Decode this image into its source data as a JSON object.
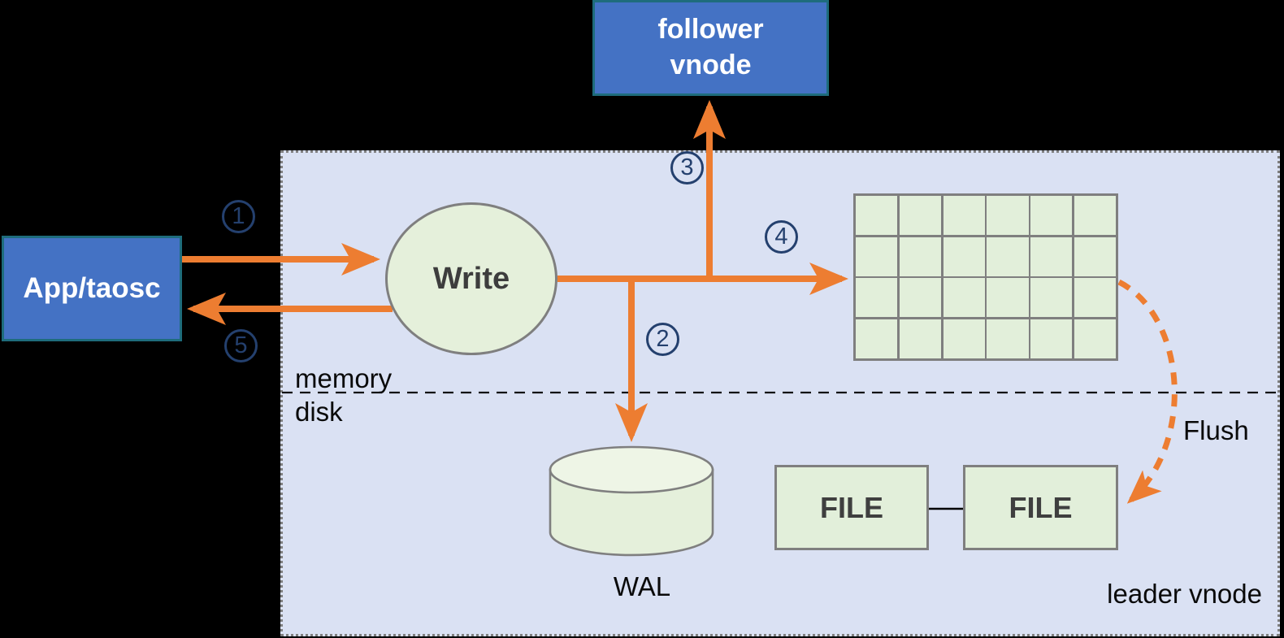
{
  "nodes": {
    "follower_vnode": {
      "line1": "follower",
      "line2": "vnode"
    },
    "app_taosc": {
      "label": "App/taosc"
    },
    "write": {
      "label": "Write"
    },
    "wal": {
      "label": "WAL"
    },
    "file_left": {
      "label": "FILE"
    },
    "file_right": {
      "label": "FILE"
    }
  },
  "labels": {
    "memory": "memory",
    "disk": "disk",
    "flush": "Flush",
    "leader_vnode": "leader vnode"
  },
  "steps": [
    "1",
    "2",
    "3",
    "4",
    "5"
  ],
  "grid": {
    "rows": 4,
    "columns": 6
  },
  "colors": {
    "background": "#000000",
    "container_fill": "#DAE1F3",
    "container_border": "#7F7F7F",
    "arrow_orange": "#ED7D31",
    "node_blue_fill": "#4472C4",
    "node_blue_border": "#1E6C7C",
    "shape_green_fill": "#E2EFDA",
    "shape_border_gray": "#7F7F7F",
    "step_badge_navy": "#24406E"
  }
}
